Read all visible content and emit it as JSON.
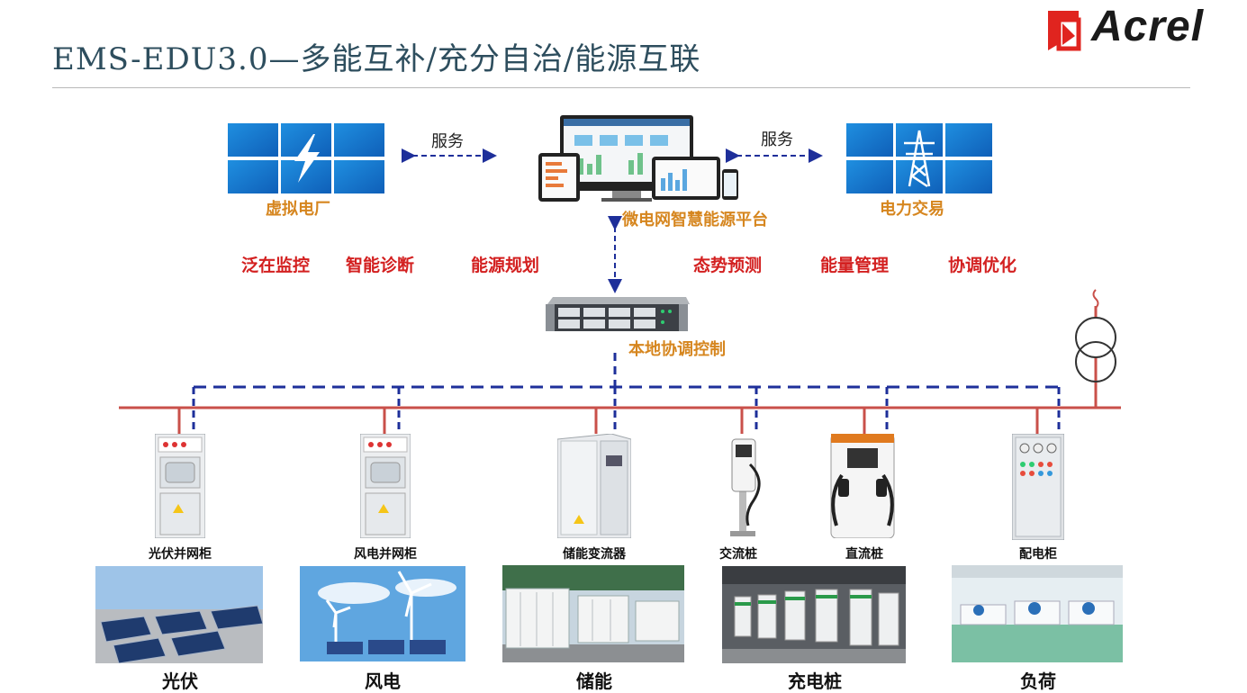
{
  "header": {
    "title": "EMS-EDU3.0—多能互补/充分自治/能源互联",
    "logo_text": "Acrel"
  },
  "top": {
    "vpp_label": "虚拟电厂",
    "platform_label": "微电网智慧能源平台",
    "trade_label": "电力交易",
    "service_left": "服务",
    "service_right": "服务"
  },
  "functions": [
    "泛在监控",
    "智能诊断",
    "能源规划",
    "态势预测",
    "能量管理",
    "协调优化"
  ],
  "controller_label": "本地协调控制",
  "devices": [
    "光伏并网柜",
    "风电并网柜",
    "储能变流器",
    "交流桩",
    "直流桩",
    "配电柜"
  ],
  "categories": [
    "光伏",
    "风电",
    "储能",
    "充电桩",
    "负荷"
  ],
  "colors": {
    "bus_red": "#c9504a",
    "comm_blue": "#1e2f9a",
    "label_orange": "#d6861f",
    "func_red": "#d32020"
  }
}
